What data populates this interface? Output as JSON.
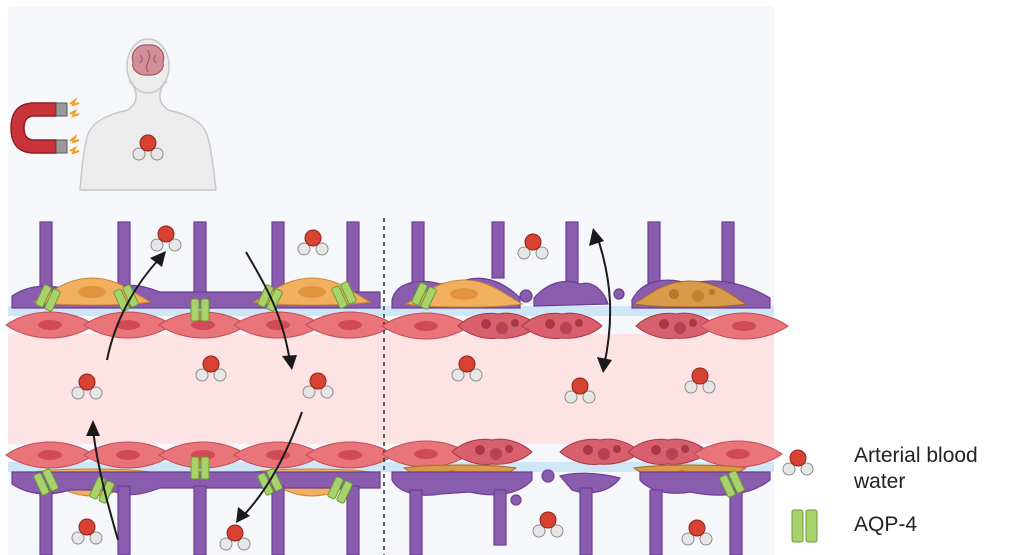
{
  "legend": {
    "water_label_line1": "Arterial blood",
    "water_label_line2": "water",
    "aqp4_label": "AQP-4"
  },
  "molecule": {
    "oxygen_symbol": "O",
    "hydrogen_symbol": "H"
  },
  "colors": {
    "panel_bg": "#f6f7fb",
    "vessel_lumen": "#fde3e3",
    "endothelial": "#e9747a",
    "endothelial_damaged": "#c94a5a",
    "pericyte": "#f2b05e",
    "astrocyte": "#8a5cae",
    "astrocyte_dark": "#6b3f96",
    "aqp4_channel": "#a7d36a",
    "csf_gap": "#cfe6f6",
    "oxygen": "#d94133",
    "hydrogen": "#e6e6e6",
    "arrow": "#1a1a1a",
    "magnet": "#c8343a"
  },
  "icons": [
    "magnet-icon",
    "human-silhouette-icon",
    "brain-icon",
    "water-molecule-icon",
    "aqp4-channel-icon"
  ]
}
